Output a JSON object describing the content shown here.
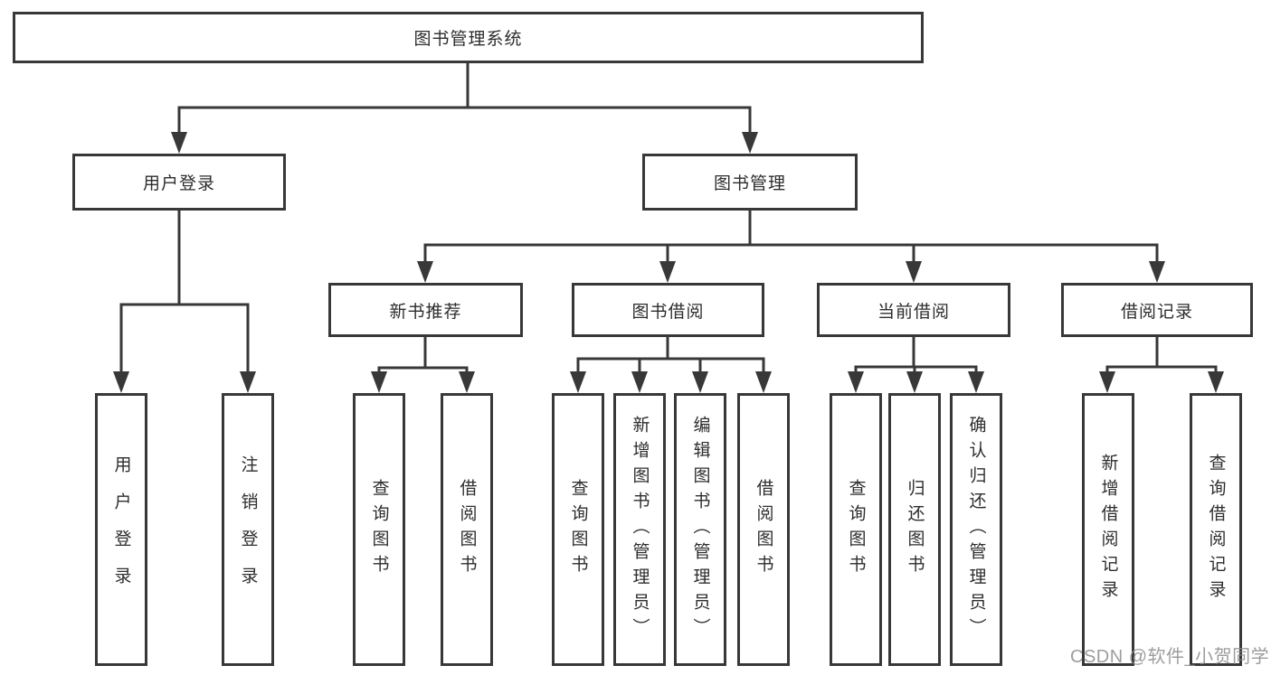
{
  "diagram": {
    "line_color": "#383838",
    "root": {
      "label": "图书管理系统",
      "children": [
        {
          "label": "用户登录",
          "children": [
            {
              "label": "用户登录"
            },
            {
              "label": "注销登录"
            }
          ]
        },
        {
          "label": "图书管理",
          "children": [
            {
              "label": "新书推荐",
              "children": [
                {
                  "label": "查询图书"
                },
                {
                  "label": "借阅图书"
                }
              ]
            },
            {
              "label": "图书借阅",
              "children": [
                {
                  "label": "查询图书"
                },
                {
                  "label": "新增图书（管理员）"
                },
                {
                  "label": "编辑图书（管理员）"
                },
                {
                  "label": "借阅图书"
                }
              ]
            },
            {
              "label": "当前借阅",
              "children": [
                {
                  "label": "查询图书"
                },
                {
                  "label": "归还图书"
                },
                {
                  "label": "确认归还（管理员）"
                }
              ]
            },
            {
              "label": "借阅记录",
              "children": [
                {
                  "label": "新增借阅记录"
                },
                {
                  "label": "查询借阅记录"
                }
              ]
            }
          ]
        }
      ]
    },
    "watermark": "CSDN @软件_小贺同学"
  }
}
